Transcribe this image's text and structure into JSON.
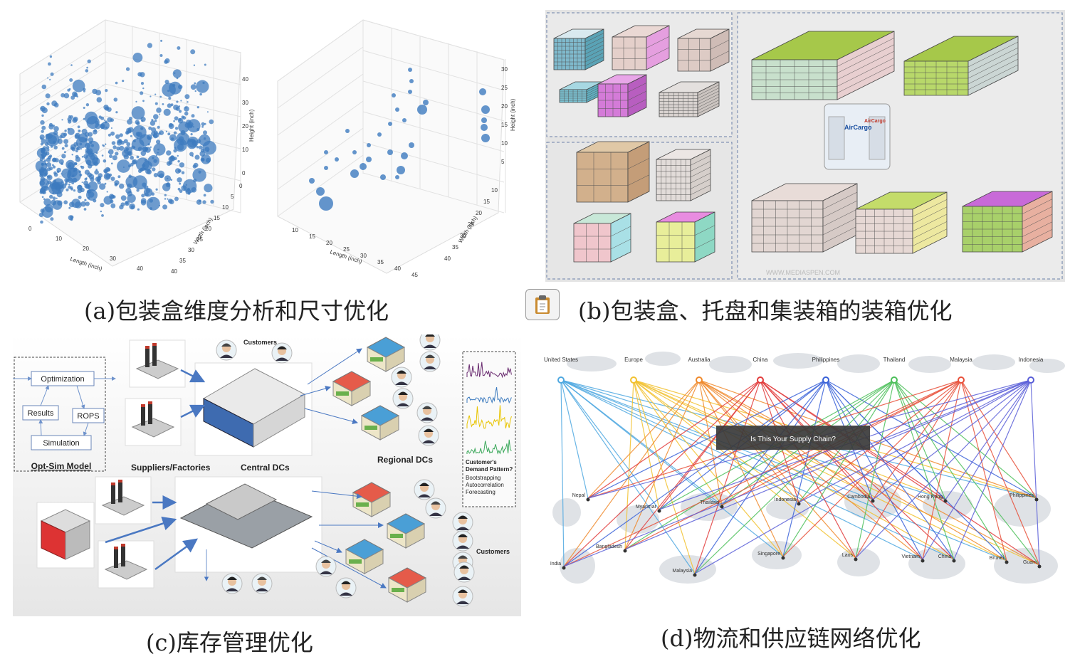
{
  "captions": {
    "a": "(a)包装盒维度分析和尺寸优化",
    "b": "(b)包装盒、托盘和集装箱的装箱优化",
    "c": "(c)库存管理优化",
    "d": "(d)物流和供应链网络优化"
  },
  "panel_a": {
    "left": {
      "xlabel": "Length (inch)",
      "ylabel": "Width (inch)",
      "zlabel": "Height (inch)",
      "xticks": [
        "0",
        "10",
        "20",
        "30",
        "40"
      ],
      "yticks": [
        "0",
        "5",
        "10",
        "15",
        "20",
        "25",
        "30",
        "35",
        "40"
      ],
      "zticks": [
        "0",
        "10",
        "20",
        "30",
        "40"
      ]
    },
    "right": {
      "xlabel": "Length (inch)",
      "ylabel": "Width (inch)",
      "zlabel": "Height (inch)",
      "xticks": [
        "10",
        "15",
        "20",
        "25",
        "30",
        "35",
        "40",
        "45"
      ],
      "yticks": [
        "10",
        "15",
        "20",
        "25",
        "30",
        "35",
        "40"
      ],
      "zticks": [
        "5",
        "10",
        "15",
        "20",
        "25",
        "30"
      ]
    }
  },
  "panel_b": {
    "uld_brand": "AirCargo",
    "watermark": "WWW.MEDIASPEN.COM"
  },
  "panel_c": {
    "opt_sim": {
      "optimization": "Optimization",
      "results": "Results",
      "rops": "ROPS",
      "simulation": "Simulation",
      "title": "Opt-Sim Model"
    },
    "labels": {
      "customers_top": "Customers",
      "suppliers": "Suppliers/Factories",
      "central": "Central DCs",
      "regional": "Regional DCs",
      "customers_bottom": "Customers"
    },
    "demand": {
      "title1": "Customer's",
      "title2": "Demand Pattern?",
      "items": [
        "Bootstrapping",
        "Autocorrelation",
        "Forecasting"
      ]
    }
  },
  "panel_d": {
    "banner": "Is This Your Supply Chain?",
    "sources": [
      "United States",
      "Europe",
      "Australia",
      "China",
      "Philippines",
      "Thailand",
      "Malaysia",
      "Indonesia"
    ],
    "source_colors": [
      "#4fa8e0",
      "#f2c12e",
      "#f08a2c",
      "#e23b3b",
      "#3a62d8",
      "#4cbf5a",
      "#e8503a",
      "#5a5fd8"
    ],
    "dests": [
      "Nepal",
      "Myanmar",
      "Thailand",
      "Indonesia",
      "Cambodia",
      "Hong Kong",
      "Philippines",
      "Bangladesh",
      "India",
      "Malaysia",
      "Singapore",
      "Laos",
      "Vietnam",
      "China",
      "Brunei",
      "Guam"
    ]
  }
}
